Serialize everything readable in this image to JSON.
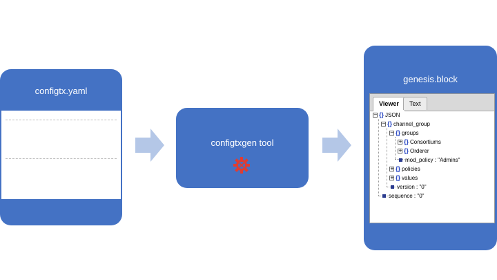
{
  "cards": {
    "source": {
      "title": "configtx.yaml"
    },
    "tool": {
      "title": "configtxgen tool",
      "icon": "gear-icon"
    },
    "output": {
      "title": "genesis.block"
    }
  },
  "viewer": {
    "tabs": [
      {
        "label": "Viewer",
        "active": true
      },
      {
        "label": "Text",
        "active": false
      }
    ],
    "tree": [
      {
        "label": "JSON"
      },
      {
        "label": "channel_group"
      },
      {
        "label": "groups"
      },
      {
        "label": "Consortiums"
      },
      {
        "label": "Orderer"
      },
      {
        "label": "mod_policy : \"Admins\""
      },
      {
        "label": "policies"
      },
      {
        "label": "values"
      },
      {
        "label": "version : \"0\""
      },
      {
        "label": "sequence : \"0\""
      }
    ]
  },
  "colors": {
    "card": "#4472c4",
    "arrow": "#b4c7e7",
    "gear": "#e03c31",
    "brace": "#1f3fbf"
  }
}
